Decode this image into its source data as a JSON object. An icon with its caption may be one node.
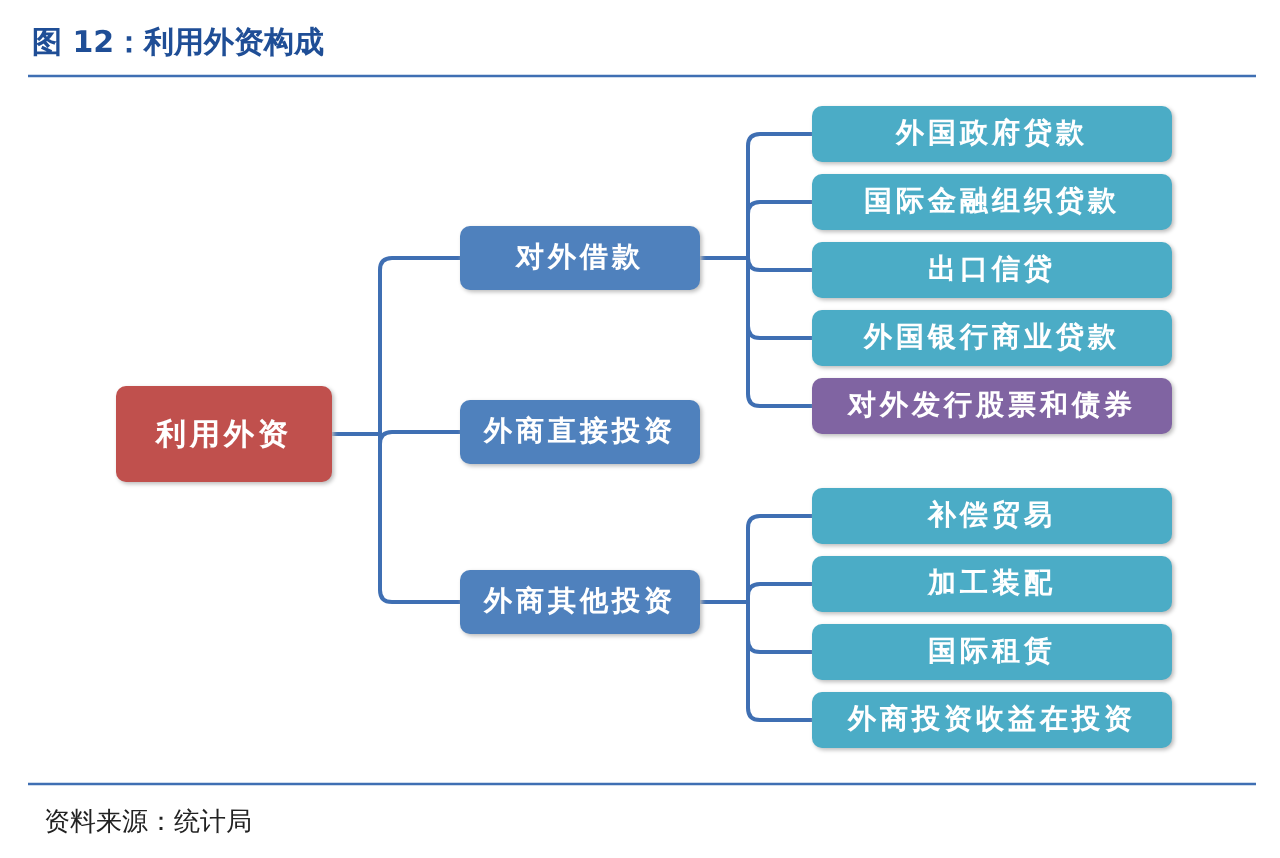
{
  "diagram": {
    "title": "图 12：利用外资构成",
    "nodes": [
      {
        "text": [
          "利用外资"
        ]
      },
      {
        "text": [
          "对外借款"
        ]
      },
      {
        "text": [
          "外国政府贷款"
        ]
      },
      {
        "text": [
          "国际金融组织贷款"
        ]
      },
      {
        "text": [
          "出口信贷"
        ]
      },
      {
        "text": [
          "外国银行商业贷款"
        ]
      },
      {
        "text": [
          "对外发行股票和债券"
        ]
      },
      {
        "text": [
          "外商直接投资"
        ]
      },
      {
        "text": [
          "外商其他投资"
        ]
      },
      {
        "text": [
          "补偿贸易"
        ]
      },
      {
        "text": [
          "加工装配"
        ]
      },
      {
        "text": [
          "国际租赁"
        ]
      },
      {
        "text": [
          "外商投资收益在投资"
        ]
      }
    ],
    "edges": [
      {
        "from": 0,
        "to": 1,
        "arrow": "none"
      },
      {
        "from": 0,
        "to": 7,
        "arrow": "none"
      },
      {
        "from": 0,
        "to": 8,
        "arrow": "none"
      },
      {
        "from": 1,
        "to": 2,
        "arrow": "none"
      },
      {
        "from": 1,
        "to": 3,
        "arrow": "none"
      },
      {
        "from": 1,
        "to": 4,
        "arrow": "none"
      },
      {
        "from": 1,
        "to": 5,
        "arrow": "none"
      },
      {
        "from": 1,
        "to": 6,
        "arrow": "none"
      },
      {
        "from": 8,
        "to": 9,
        "arrow": "none"
      },
      {
        "from": 8,
        "to": 10,
        "arrow": "none"
      },
      {
        "from": 8,
        "to": 11,
        "arrow": "none"
      },
      {
        "from": 8,
        "to": 12,
        "arrow": "none"
      }
    ],
    "labels": [
      "资料来源：统计局"
    ]
  }
}
